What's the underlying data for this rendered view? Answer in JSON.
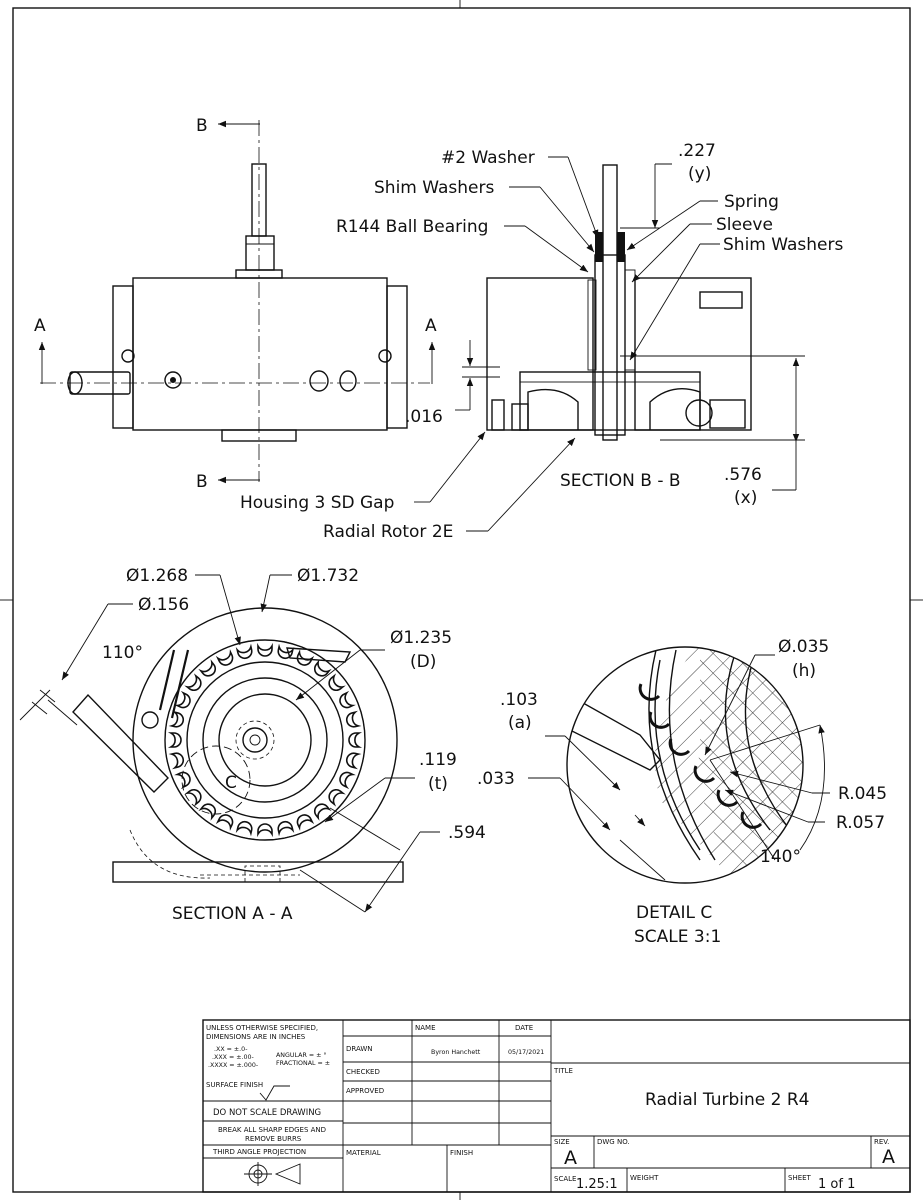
{
  "views": {
    "front": {
      "cut_labels": {
        "b_top": "B",
        "b_bottom": "B",
        "a_left": "A",
        "a_right": "A"
      }
    },
    "section_bb": {
      "title": "SECTION B - B",
      "callouts": {
        "washer": "#2 Washer",
        "shim_left": "Shim Washers",
        "bearing": "R144 Ball Bearing",
        "spring": "Spring",
        "sleeve": "Sleeve",
        "shim_right": "Shim Washers",
        "housing": "Housing 3 SD Gap",
        "rotor": "Radial Rotor 2E"
      },
      "dims": {
        "d227": ".227",
        "d227_var": "(y)",
        "d016": ".016",
        "d576": ".576",
        "d576_var": "(x)"
      }
    },
    "section_aa": {
      "title": "SECTION A - A",
      "dims": {
        "d1268": "Ø1.268",
        "d1732": "Ø1.732",
        "d156": "Ø.156",
        "a110": "110°",
        "d1235": "Ø1.235",
        "d1235_var": "(D)",
        "d119": ".119",
        "d119_var": "(t)",
        "d594": ".594"
      },
      "detail_marker": "C"
    },
    "detail_c": {
      "title": "DETAIL C",
      "scale": "SCALE 3:1",
      "dims": {
        "d035": "Ø.035",
        "d035_var": "(h)",
        "d103": ".103",
        "d103_var": "(a)",
        "d033": ".033",
        "r045": "R.045",
        "r057": "R.057",
        "a140": "140°"
      }
    }
  },
  "title_block": {
    "notes_line1": "UNLESS OTHERWISE SPECIFIED,",
    "notes_line2": "DIMENSIONS ARE IN INCHES",
    "tol_xx": ".XX = ±.0-",
    "tol_xxx": ".XXX = ±.00-",
    "tol_xxxx": ".XXXX = ±.000-",
    "tol_angular": "ANGULAR = ± °",
    "tol_fractional": "FRACTIONAL = ±",
    "surface_finish": "SURFACE FINISH",
    "do_not_scale": "DO NOT SCALE DRAWING",
    "break_edges_1": "BREAK ALL SHARP EDGES AND",
    "break_edges_2": "REMOVE BURRS",
    "projection": "THIRD ANGLE PROJECTION",
    "col_name": "NAME",
    "col_date": "DATE",
    "row_drawn": "DRAWN",
    "row_checked": "CHECKED",
    "row_approved": "APPROVED",
    "drawn_name": "Byron Hanchett",
    "drawn_date": "05/17/2021",
    "material_label": "MATERIAL",
    "finish_label": "FINISH",
    "title_label": "TITLE",
    "title": "Radial Turbine 2 R4",
    "size_label": "SIZE",
    "size": "A",
    "dwg_no_label": "DWG NO.",
    "rev_label": "REV.",
    "rev": "A",
    "scale_label": "SCALE",
    "scale": "1.25:1",
    "weight_label": "WEIGHT",
    "sheet_label": "SHEET",
    "sheet": "1 of 1"
  }
}
